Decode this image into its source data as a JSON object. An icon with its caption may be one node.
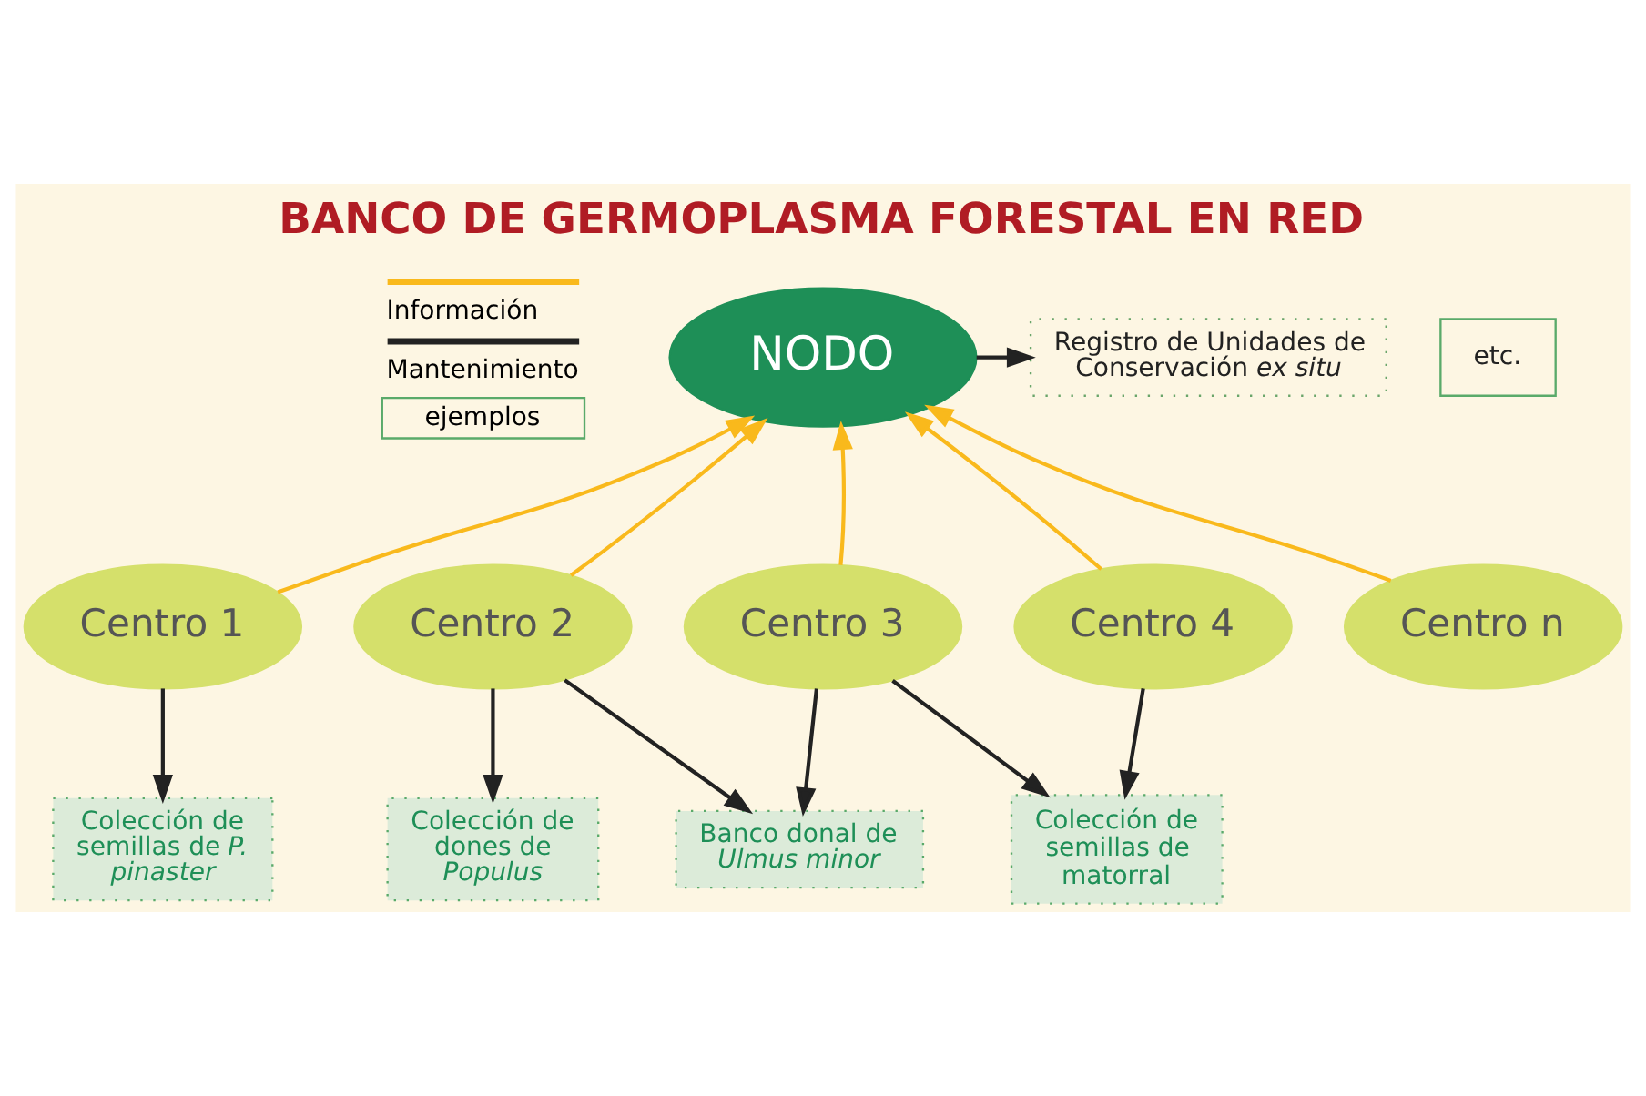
{
  "diagram": {
    "title": "BANCO DE GERMOPLASMA FORESTAL EN RED",
    "nodes": [
      {
        "text": [
          "NODO"
        ]
      },
      {
        "text": [
          "Registro de Unidades de Conservación *ex situ*"
        ]
      },
      {
        "text": [
          "Centro 1"
        ]
      },
      {
        "text": [
          "Centro 2"
        ]
      },
      {
        "text": [
          "Centro 3"
        ]
      },
      {
        "text": [
          "Centro 4"
        ]
      },
      {
        "text": [
          "Centro n"
        ]
      },
      {
        "text": [
          "Colección de semillas de *P. pinaster*"
        ]
      },
      {
        "text": [
          "Colección de dones de *Populus*"
        ]
      },
      {
        "text": [
          "Banco donal de *Ulmus minor*"
        ]
      },
      {
        "text": [
          "Colección de semillas de matorral"
        ]
      },
      {
        "text": [
          "etc."
        ]
      }
    ],
    "edges": [
      {
        "from": 0,
        "to": 1,
        "arrow": "to"
      },
      {
        "from": 2,
        "to": 0,
        "arrow": "to",
        "color": "#f9b91c"
      },
      {
        "from": 3,
        "to": 0,
        "arrow": "to",
        "color": "#f9b91c"
      },
      {
        "from": 4,
        "to": 0,
        "arrow": "to",
        "color": "#f9b91c"
      },
      {
        "from": 5,
        "to": 0,
        "arrow": "to",
        "color": "#f9b91c"
      },
      {
        "from": 6,
        "to": 0,
        "arrow": "to",
        "color": "#f9b91c"
      },
      {
        "from": 2,
        "to": 7,
        "arrow": "to"
      },
      {
        "from": 3,
        "to": 8,
        "arrow": "to"
      },
      {
        "from": 3,
        "to": 9,
        "arrow": "to"
      },
      {
        "from": 4,
        "to": 9,
        "arrow": "to"
      },
      {
        "from": 4,
        "to": 10,
        "arrow": "to"
      },
      {
        "from": 5,
        "to": 10,
        "arrow": "to"
      }
    ],
    "legend": [
      {
        "text": "Información"
      },
      {
        "text": "Mantenimiento"
      },
      {
        "text": "ejemplos"
      }
    ]
  }
}
